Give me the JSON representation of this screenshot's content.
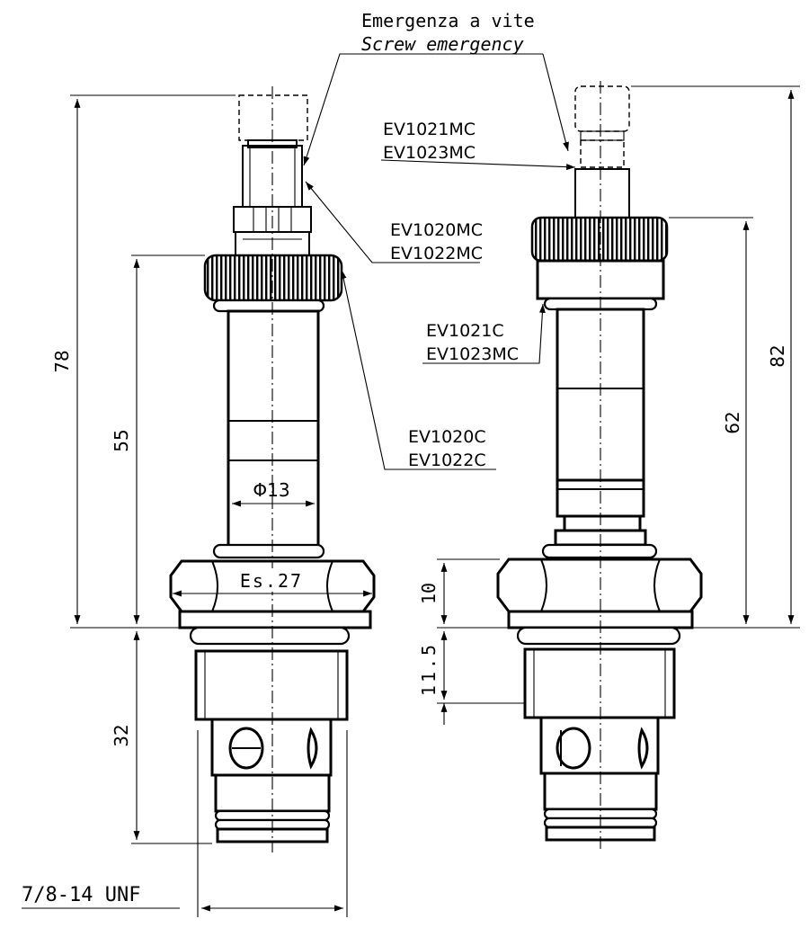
{
  "labels": {
    "screw_emergency_it": "Emergenza a vite",
    "screw_emergency_en": "Screw emergency",
    "model_left_manual_1": "EV1020MC",
    "model_left_manual_2": "EV1022MC",
    "model_left_1": "EV1020C",
    "model_left_2": "EV1022C",
    "model_right_manual_1": "EV1021MC",
    "model_right_manual_2": "EV1023MC",
    "model_right_1": "EV1021C",
    "model_right_2": "EV1023MC",
    "thread": "7/8-14 UNF"
  },
  "dimensions": {
    "left_total": "78",
    "left_body": "55",
    "left_cartridge": "32",
    "diameter": "Φ13",
    "hex": "Es.27",
    "right_total": "82",
    "right_body": "62",
    "right_hex_height": "10",
    "right_step": "11.5"
  },
  "colors": {
    "line": "#000000",
    "background": "#ffffff"
  }
}
